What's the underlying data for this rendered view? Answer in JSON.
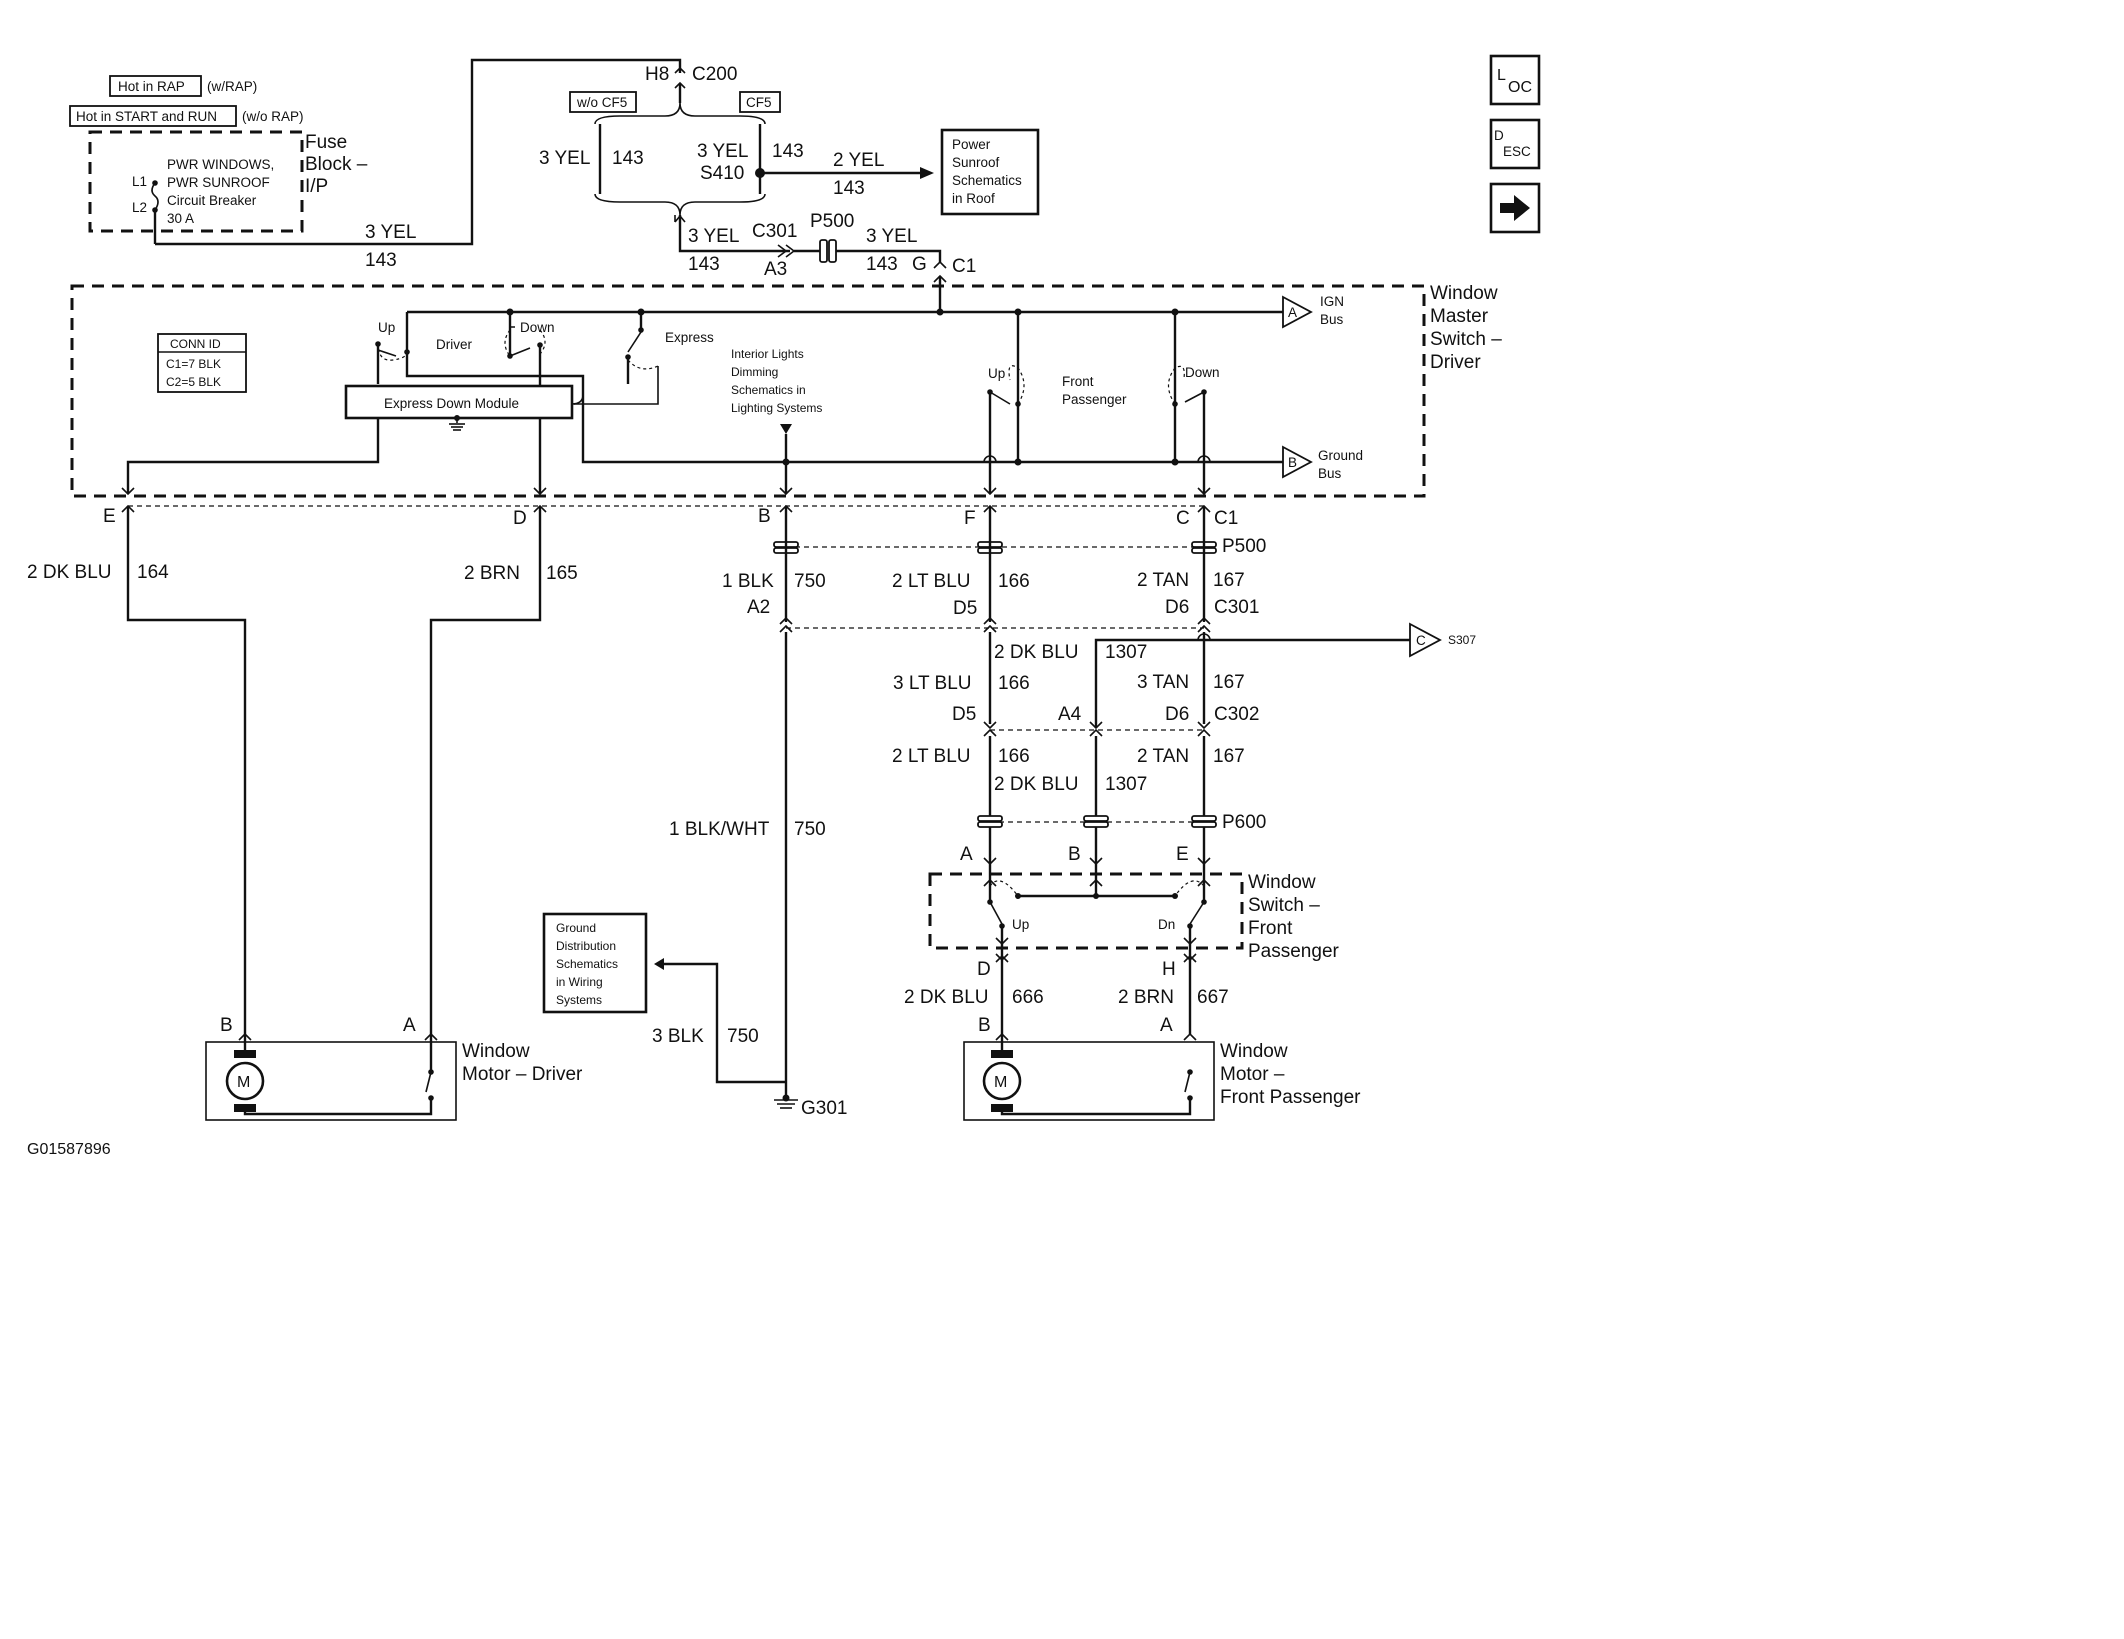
{
  "diagram_id": "G01587896",
  "nav": {
    "loc_main": "L",
    "loc_sub": "OC",
    "desc_main": "D",
    "desc_sub": "ESC"
  },
  "power": {
    "hot_rap": "Hot in RAP",
    "hot_rap_note": "(w/RAP)",
    "hot_start": "Hot in START and RUN",
    "hot_start_note": "(w/o RAP)",
    "fuse_block": [
      "Fuse",
      "Block –",
      "I/P"
    ],
    "breaker": [
      "PWR WINDOWS,",
      "PWR SUNROOF",
      "Circuit Breaker",
      "30 A"
    ],
    "l1": "L1",
    "l2": "L2",
    "wire_top": "3 YEL",
    "wire_top_num": "143"
  },
  "c200": {
    "pin": "H8",
    "name": "C200"
  },
  "sunroof": {
    "wo_cf5": "w/o CF5",
    "cf5": "CF5",
    "left_wire": "3 YEL",
    "left_num": "143",
    "right_wire": "3 YEL",
    "right_num": "143",
    "splice": "S410",
    "branch_wire": "2 YEL",
    "branch_num": "143",
    "ref": [
      "Power",
      "Sunroof",
      "Schematics",
      "in Roof"
    ]
  },
  "c301_top": {
    "wire": "3 YEL",
    "num": "143",
    "conn": "C301",
    "pin": "A3",
    "p500": "P500",
    "wire2": "3 YEL",
    "num2": "143",
    "pin2": "G",
    "conn2": "C1"
  },
  "master": {
    "title": [
      "Window",
      "Master",
      "Switch –",
      "Driver"
    ],
    "conn_id_title": "CONN ID",
    "conn_id": [
      "C1=7 BLK",
      "C2=5 BLK"
    ],
    "up": "Up",
    "driver": "Driver",
    "down": "Down",
    "express": "Express",
    "module": "Express Down Module",
    "dimming": [
      "Interior Lights",
      "Dimming",
      "Schematics in",
      "Lighting Systems"
    ],
    "fp_up": "Up",
    "front_passenger": [
      "Front",
      "Passenger"
    ],
    "fp_down": "Down",
    "ign_bus_tag": "A",
    "ign_bus": [
      "IGN",
      "Bus"
    ],
    "gnd_bus_tag": "B",
    "gnd_bus": [
      "Ground",
      "Bus"
    ]
  },
  "pins_c1": {
    "e": "E",
    "d": "D",
    "b": "B",
    "f": "F",
    "c": "C",
    "conn": "C1"
  },
  "driver_wires": {
    "w1": "2 DK BLU",
    "n1": "164",
    "w2": "2 BRN",
    "n2": "165"
  },
  "p500_mid": "P500",
  "mid_wires": {
    "blk": "1 BLK",
    "blk_num": "750",
    "ltblu": "2 LT BLU",
    "ltblu_num": "166",
    "tan": "2 TAN",
    "tan_num": "167"
  },
  "c301_mid": {
    "a2": "A2",
    "d5": "D5",
    "d6": "D6",
    "conn": "C301"
  },
  "s307": {
    "tag": "C",
    "label": "S307"
  },
  "lower_wires": {
    "dkblu": "2 DK BLU",
    "dkblu_num": "1307",
    "ltblu3": "3 LT BLU",
    "ltblu3_num": "166",
    "tan3": "3 TAN",
    "tan3_num": "167"
  },
  "c302": {
    "d5": "D5",
    "a4": "A4",
    "d6": "D6",
    "conn": "C302"
  },
  "under_c302": {
    "ltblu": "2 LT BLU",
    "ltblu_num": "166",
    "tan": "2 TAN",
    "tan_num": "167",
    "dkblu": "2 DK BLU",
    "dkblu_num": "1307"
  },
  "p600": {
    "name": "P600",
    "a": "A",
    "b": "B",
    "e": "E"
  },
  "blkwht": {
    "wire": "1 BLK/WHT",
    "num": "750"
  },
  "fp_switch": {
    "title": [
      "Window",
      "Switch –",
      "Front",
      "Passenger"
    ],
    "up": "Up",
    "dn": "Dn",
    "d": "D",
    "h": "H"
  },
  "fp_wires": {
    "w1": "2 DK BLU",
    "n1": "666",
    "w2": "2 BRN",
    "n2": "667",
    "b": "B",
    "a": "A"
  },
  "ground": {
    "ref": [
      "Ground",
      "Distribution",
      "Schematics",
      "in Wiring",
      "Systems"
    ],
    "wire": "3 BLK",
    "num": "750",
    "name": "G301"
  },
  "motor_driver": {
    "b": "B",
    "a": "A",
    "m": "M",
    "title": [
      "Window",
      "Motor – Driver"
    ]
  },
  "motor_fp": {
    "b": "B",
    "a": "A",
    "m": "M",
    "title": [
      "Window",
      "Motor –",
      "Front Passenger"
    ]
  }
}
